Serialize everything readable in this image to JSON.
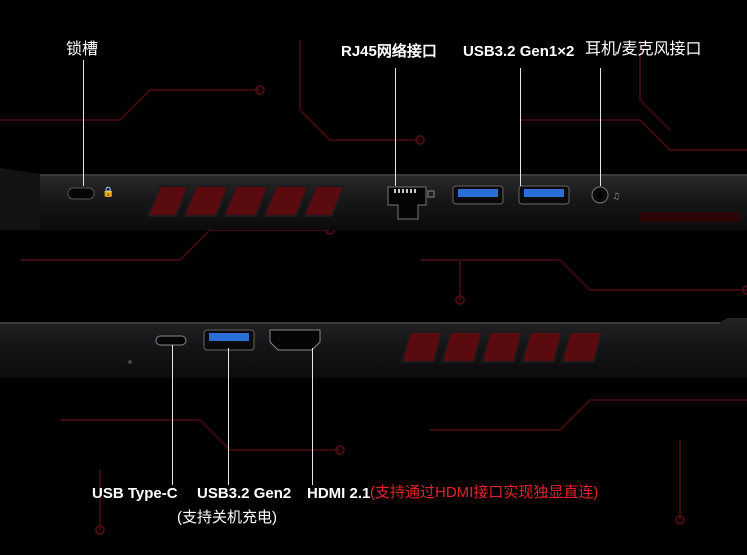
{
  "labels": {
    "lock_slot": "锁槽",
    "rj45": "RJ45网络接口",
    "usb32_gen1": "USB3.2 Gen1×2",
    "audio_jack": "耳机/麦克风接口",
    "usb_typec": "USB Type-C",
    "usb32_gen2": "USB3.2 Gen2",
    "usb32_gen2_note": "(支持关机充电)",
    "hdmi": "HDMI 2.1",
    "hdmi_note": "(支持通过HDMI接口实现独显直连)"
  },
  "colors": {
    "background": "#000000",
    "accent_red": "#e0242b",
    "body_dark": "#1b1b1d",
    "port_blue": "#2a6fd6"
  }
}
